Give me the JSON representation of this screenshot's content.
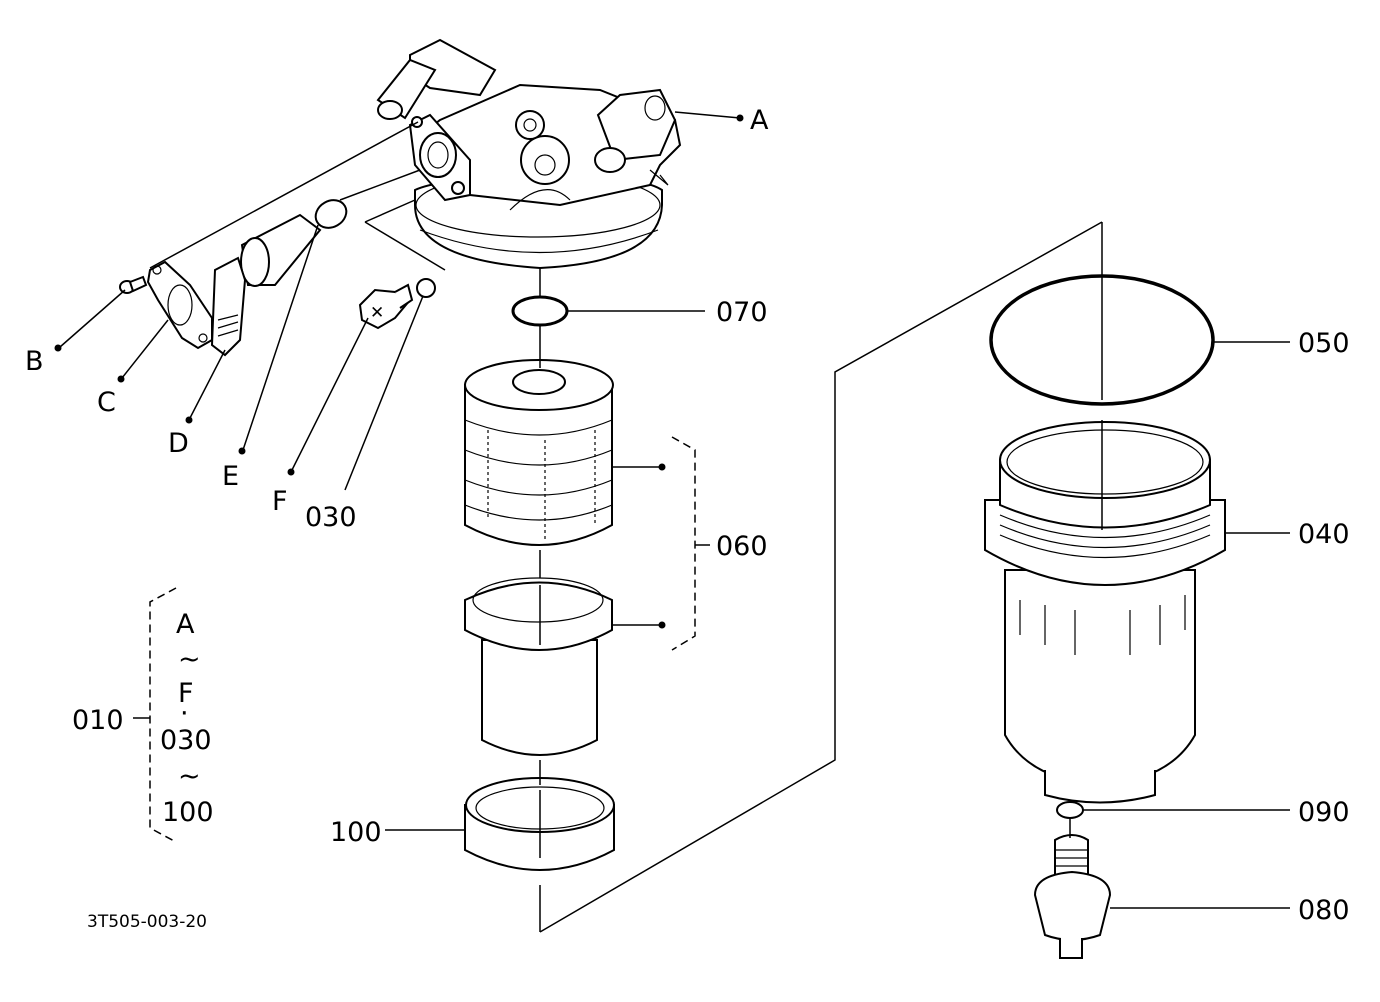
{
  "labels": {
    "A": "A",
    "B": "B",
    "C": "C",
    "D": "D",
    "E": "E",
    "F": "F",
    "p030": "030",
    "p070": "070",
    "p050": "050",
    "p060": "060",
    "p040": "040",
    "p090": "090",
    "p080": "080",
    "p100": "100",
    "p010": "010"
  },
  "range_note": {
    "start": "A",
    "tilde1": "~",
    "mid": "F",
    "dot": "·",
    "start2": "030",
    "tilde2": "~",
    "end": "100"
  },
  "drawing_code": "3T505-003-20"
}
